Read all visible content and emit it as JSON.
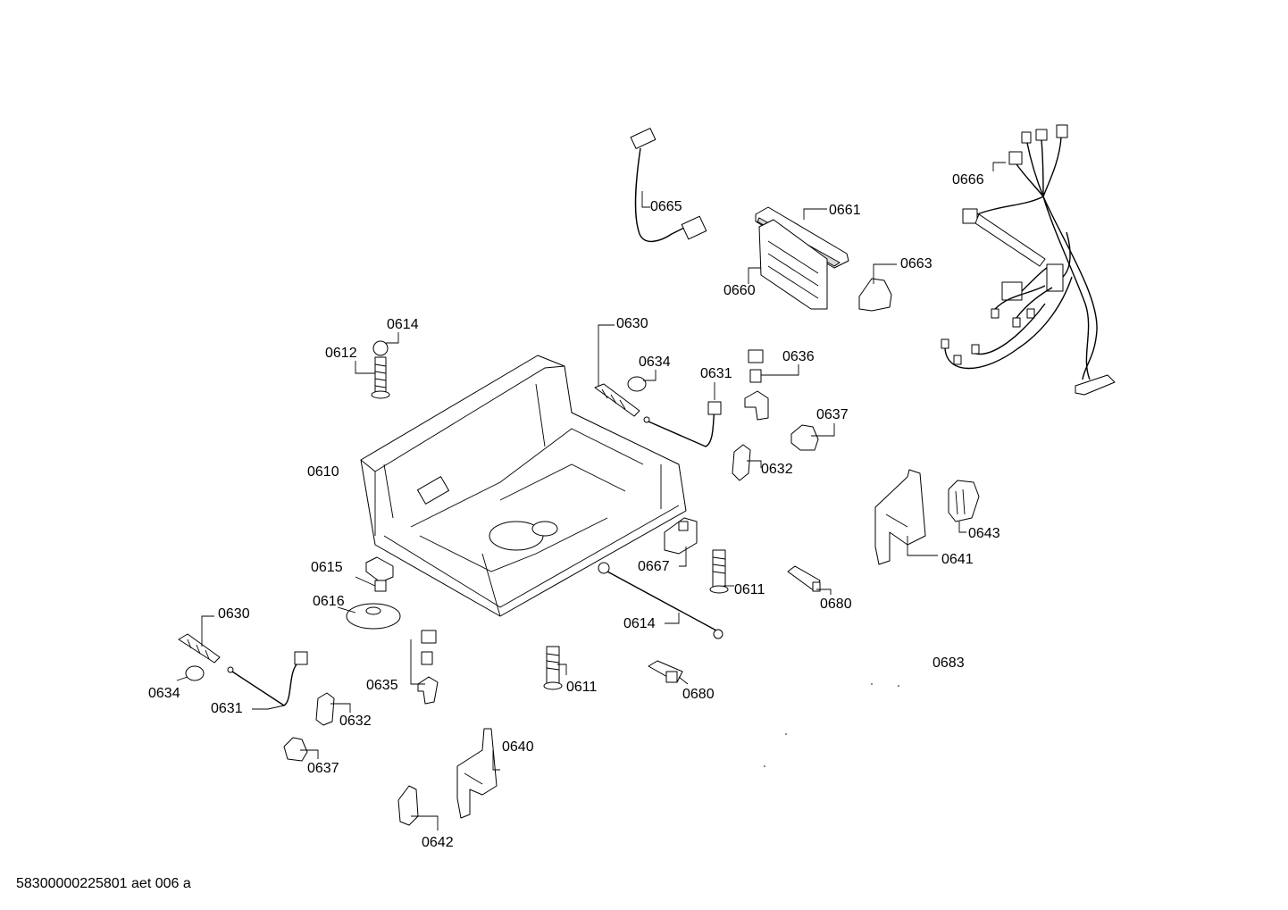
{
  "diagram": {
    "footer_code": "58300000225801 aet 006 a",
    "labels": {
      "l0665": "0665",
      "l0661": "0661",
      "l0666": "0666",
      "l0663": "0663",
      "l0660": "0660",
      "l0614a": "0614",
      "l0612": "0612",
      "l0630a": "0630",
      "l0634a": "0634",
      "l0631a": "0631",
      "l0636": "0636",
      "l0637a": "0637",
      "l0632a": "0632",
      "l0610": "0610",
      "l0643": "0643",
      "l0641": "0641",
      "l0667": "0667",
      "l0611a": "0611",
      "l0680a": "0680",
      "l0615": "0615",
      "l0616": "0616",
      "l0614b": "0614",
      "l0683": "0683",
      "l0630b": "0630",
      "l0634b": "0634",
      "l0635": "0635",
      "l0611b": "0611",
      "l0680b": "0680",
      "l0631b": "0631",
      "l0632b": "0632",
      "l0637b": "0637",
      "l0640": "0640",
      "l0642": "0642"
    }
  }
}
